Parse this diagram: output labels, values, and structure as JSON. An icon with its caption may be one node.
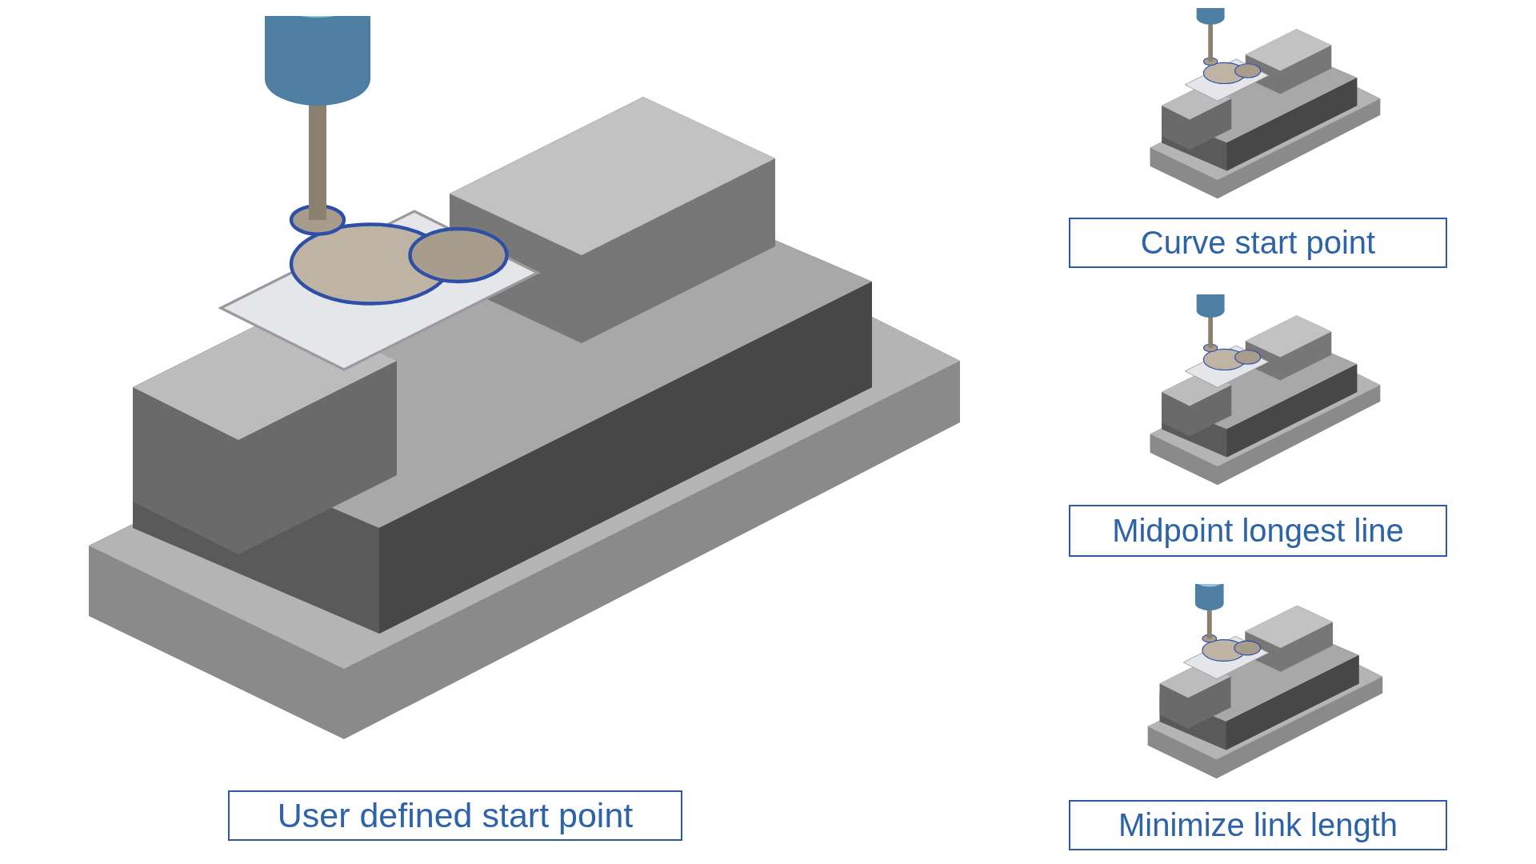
{
  "diagram": {
    "nodes": [
      {
        "text": [
          "User defined start point"
        ]
      },
      {
        "text": [
          "Curve start point"
        ]
      },
      {
        "text": [
          "Midpoint longest line"
        ]
      },
      {
        "text": [
          "Minimize link length"
        ]
      }
    ],
    "edges": []
  }
}
